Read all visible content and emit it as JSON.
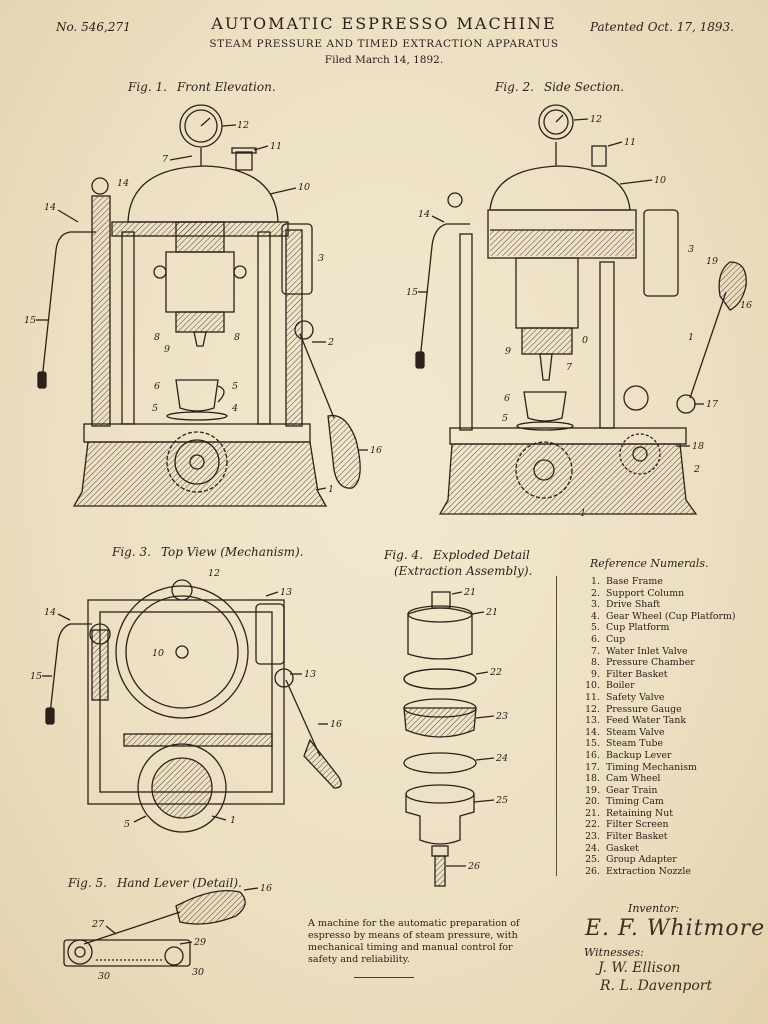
{
  "header": {
    "patent_number": "No. 546,271",
    "title": "AUTOMATIC ESPRESSO MACHINE",
    "subtitle": "STEAM PRESSURE AND TIMED EXTRACTION APPARATUS",
    "filed": "Filed March 14, 1892.",
    "patented": "Patented Oct. 17, 1893."
  },
  "figures": {
    "fig1": {
      "number": "Fig. 1.",
      "caption": "Front Elevation."
    },
    "fig2": {
      "number": "Fig. 2.",
      "caption": "Side Section."
    },
    "fig3": {
      "number": "Fig. 3.",
      "caption": "Top View (Mechanism)."
    },
    "fig4": {
      "number": "Fig. 4.",
      "caption": "Exploded Detail",
      "caption2": "(Extraction Assembly)."
    },
    "fig5": {
      "number": "Fig. 5.",
      "caption": "Hand Lever (Detail)."
    }
  },
  "callouts": {
    "fig1": [
      "12",
      "11",
      "7",
      "10",
      "14",
      "14",
      "3",
      "15",
      "8",
      "8",
      "9",
      "2",
      "6",
      "5",
      "5",
      "16",
      "4",
      "1"
    ],
    "fig2": [
      "12",
      "11",
      "10",
      "14",
      "3",
      "19",
      "15",
      "16",
      "9",
      "7",
      "0",
      "1",
      "6",
      "5",
      "17",
      "18",
      "2",
      "1"
    ],
    "fig3": [
      "12",
      "13",
      "14",
      "15",
      "10",
      "13",
      "16",
      "5",
      "1"
    ],
    "fig4": [
      "21",
      "21",
      "22",
      "23",
      "24",
      "25",
      "26"
    ],
    "fig5": [
      "16",
      "27",
      "29",
      "30",
      "30"
    ]
  },
  "reference": {
    "title": "Reference Numerals.",
    "items": [
      {
        "n": "1.",
        "label": "Base Frame"
      },
      {
        "n": "2.",
        "label": "Support Column"
      },
      {
        "n": "3.",
        "label": "Drive Shaft"
      },
      {
        "n": "4.",
        "label": "Gear Wheel (Cup Platform)"
      },
      {
        "n": "5.",
        "label": "Cup Platform"
      },
      {
        "n": "6.",
        "label": "Cup"
      },
      {
        "n": "7.",
        "label": "Water Inlet Valve"
      },
      {
        "n": "8.",
        "label": "Pressure Chamber"
      },
      {
        "n": "9.",
        "label": "Filter Basket"
      },
      {
        "n": "10.",
        "label": "Boiler"
      },
      {
        "n": "11.",
        "label": "Safety Valve"
      },
      {
        "n": "12.",
        "label": "Pressure Gauge"
      },
      {
        "n": "13.",
        "label": "Feed Water Tank"
      },
      {
        "n": "14.",
        "label": "Steam Valve"
      },
      {
        "n": "15.",
        "label": "Steam Tube"
      },
      {
        "n": "16.",
        "label": "Backup Lever"
      },
      {
        "n": "17.",
        "label": "Timing Mechanism"
      },
      {
        "n": "18.",
        "label": "Cam Wheel"
      },
      {
        "n": "19.",
        "label": "Gear Train"
      },
      {
        "n": "20.",
        "label": "Timing Cam"
      },
      {
        "n": "21.",
        "label": "Retaining Nut"
      },
      {
        "n": "22.",
        "label": "Filter Screen"
      },
      {
        "n": "23.",
        "label": "Filter Basket"
      },
      {
        "n": "24.",
        "label": "Gasket"
      },
      {
        "n": "25.",
        "label": "Group Adapter"
      },
      {
        "n": "26.",
        "label": "Extraction Nozzle"
      }
    ]
  },
  "description": "A machine for the automatic preparation of espresso by means of steam pressure, with mechanical timing and manual control for safety and reliability.",
  "signatures": {
    "inventor_label": "Inventor:",
    "inventor": "E. F. Whitmore",
    "witnesses_label": "Witnesses:",
    "witness1": "J. W. Ellison",
    "witness2": "R. L. Davenport"
  },
  "colors": {
    "paper": "#efe3c8",
    "ink": "#2b2118"
  }
}
